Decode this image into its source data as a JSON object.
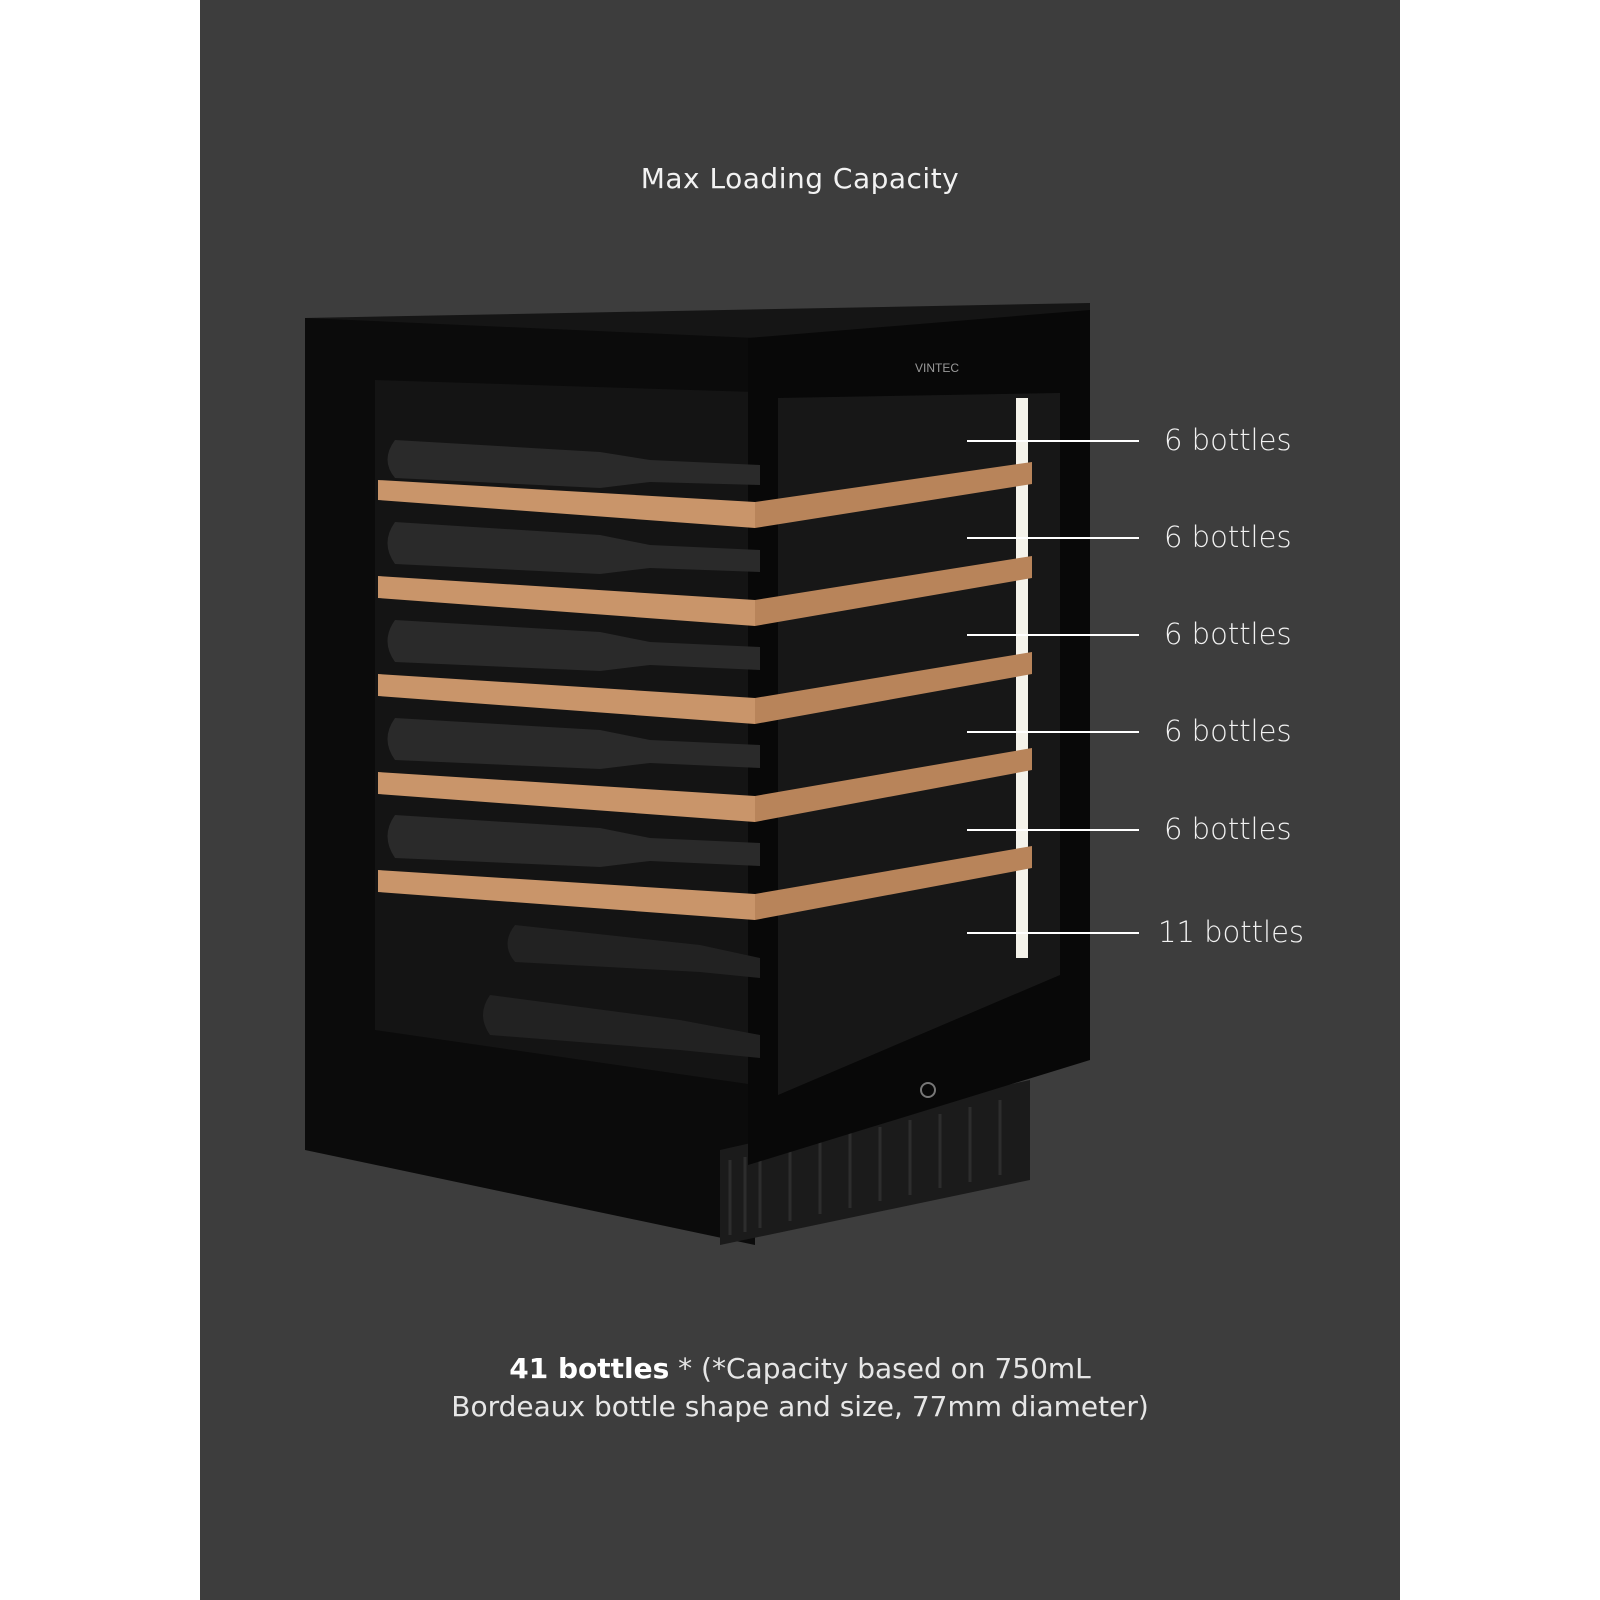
{
  "title": "Max Loading Capacity",
  "brand_logo": "VINTEC",
  "shelves": [
    {
      "label": "6 bottles"
    },
    {
      "label": "6 bottles"
    },
    {
      "label": "6 bottles"
    },
    {
      "label": "6 bottles"
    },
    {
      "label": "6 bottles"
    },
    {
      "label": "11 bottles"
    }
  ],
  "footnote": {
    "total": "41 bottles",
    "note_line1": "* (*Capacity based on 750mL",
    "note_line2": "Bordeaux bottle shape and size, 77mm diameter)"
  },
  "colors": {
    "background": "#3d3d3d",
    "cabinet": "#0b0b0b",
    "shelf_wood": "#c9956a",
    "text": "#f2f2f2"
  }
}
